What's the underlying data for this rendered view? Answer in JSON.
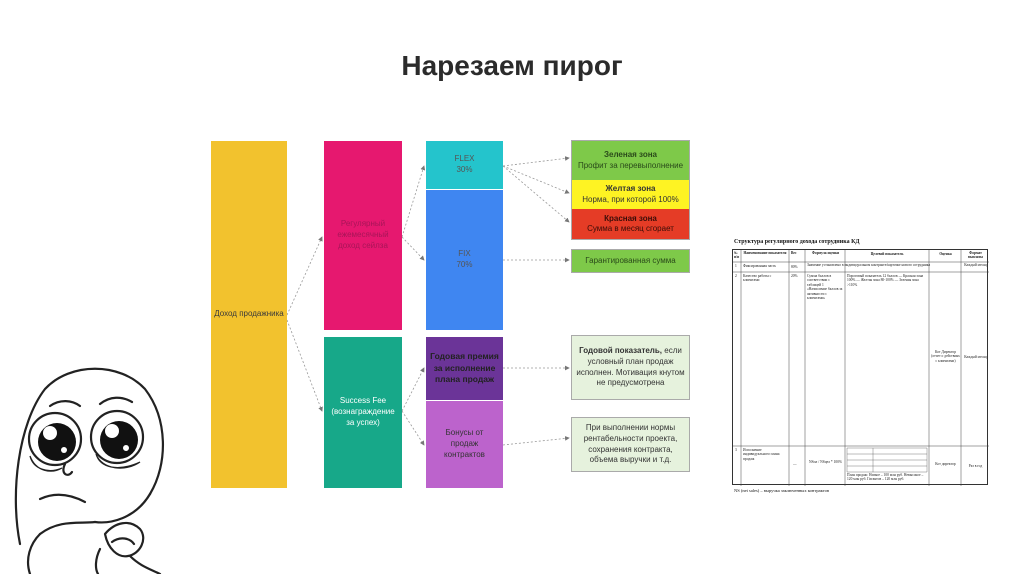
{
  "title": "Нарезаем пирог",
  "diagram": {
    "revenue": {
      "label": "Доход продажника",
      "color": "#f2c22e"
    },
    "monthly": {
      "label": "Регулярный ежемесячный доход сейлза",
      "color": "#e6186f"
    },
    "success": {
      "label": "Success Fee (вознаграждение за успех)",
      "color": "#17a889"
    },
    "flex": {
      "label": "FLEX",
      "percent": "30%",
      "color": "#24c4cc"
    },
    "fix": {
      "label": "FIX",
      "percent": "70%",
      "color": "#3f86f1"
    },
    "annual_bonus": {
      "label": "Годовая премия за исполнение плана продаж",
      "color": "#6b3498"
    },
    "contract_bonus": {
      "label": "Бонусы от продаж контрактов",
      "color": "#bc63cc"
    },
    "zones": {
      "green": {
        "title": "Зеленая зона",
        "text": "Профит за перевыполнение",
        "color": "#7ec949"
      },
      "yellow": {
        "title": "Желтая зона",
        "text": "Норма, при которой 100%",
        "color": "#fef323"
      },
      "red": {
        "title": "Красная зона",
        "text": "Сумма в месяц сгорает",
        "color": "#e53c26"
      }
    },
    "guaranteed": "Гарантированная сумма",
    "annual_note": {
      "bold": "Годовой показатель,",
      "text": "если условный план продаж исполнен. Мотивация кнутом не предусмотрена"
    },
    "bonus_note": "При выполнении нормы рентабельности проекта, сохранения контракта, объема выручки и т.д."
  },
  "document": {
    "title": "Структура регулярного дохода сотрудника КД",
    "headers": [
      "№ п/п",
      "Наименование показателя",
      "Вес",
      "Формула оценки",
      "Целевой показатель",
      "Оценка",
      "Формат выплаты"
    ],
    "rows": [
      [
        "1",
        "Фиксированная часть",
        "80%",
        "Значение установлено в индивидуальном контракте/карточке нового сотрудника",
        "",
        "",
        "Каждый месяц"
      ],
      [
        "2",
        "Качество работы с клиентами",
        "20%",
        "Сумма баллов в соответствии с таблицей 1 «Начисление баллов за активности с клиентами»",
        "Пороговый показатель 12 баллов — Красная зона 100% — Желтая зона 80-100% — Зеленая зона >110%",
        "Кот Директор (отчет о действиях с клиентами)",
        "Каждый месяц"
      ],
      [
        "3",
        "Исполнение индивидуального плана продаж",
        "—",
        "NSпл / NSцел * 100%",
        "План продаж: Низкое – 100 млн руб. Невысокое – 120 млн руб. Гигантов – 120 млн руб.",
        "Кот директор",
        "Раз в год"
      ]
    ],
    "footer": "NS (net sales) – выручка заключенных контрактов"
  }
}
